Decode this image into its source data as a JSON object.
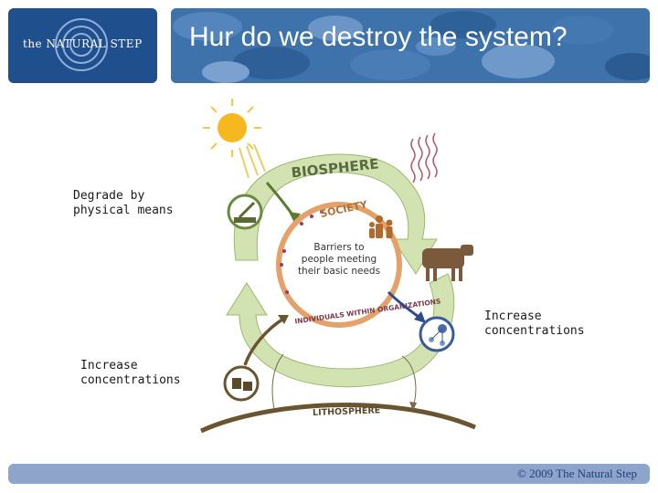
{
  "header": {
    "title": "Hur do we destroy the system?"
  },
  "logo": {
    "text": "the NATURAL STEP"
  },
  "diagram": {
    "biosphere_label": "BIOSPHERE",
    "society_label": "SOCIETY",
    "lithosphere_label": "LITHOSPHERE",
    "individuals_label": "INDIVIDUALS WITHIN ORGANIZATIONS",
    "center_text": "Barriers to people meeting their basic needs",
    "label_degrade": "Degrade by physical means",
    "label_increase_right": "Increase concentrations",
    "label_increase_left": "Increase concentrations"
  },
  "footer": {
    "copyright": "© 2009 The Natural Step"
  },
  "colors": {
    "logo_bg": "#1f4f8d",
    "footer_bg": "#8ea4cb",
    "arrow_green": "#c8dca0",
    "earth_brown": "#6b5530"
  }
}
